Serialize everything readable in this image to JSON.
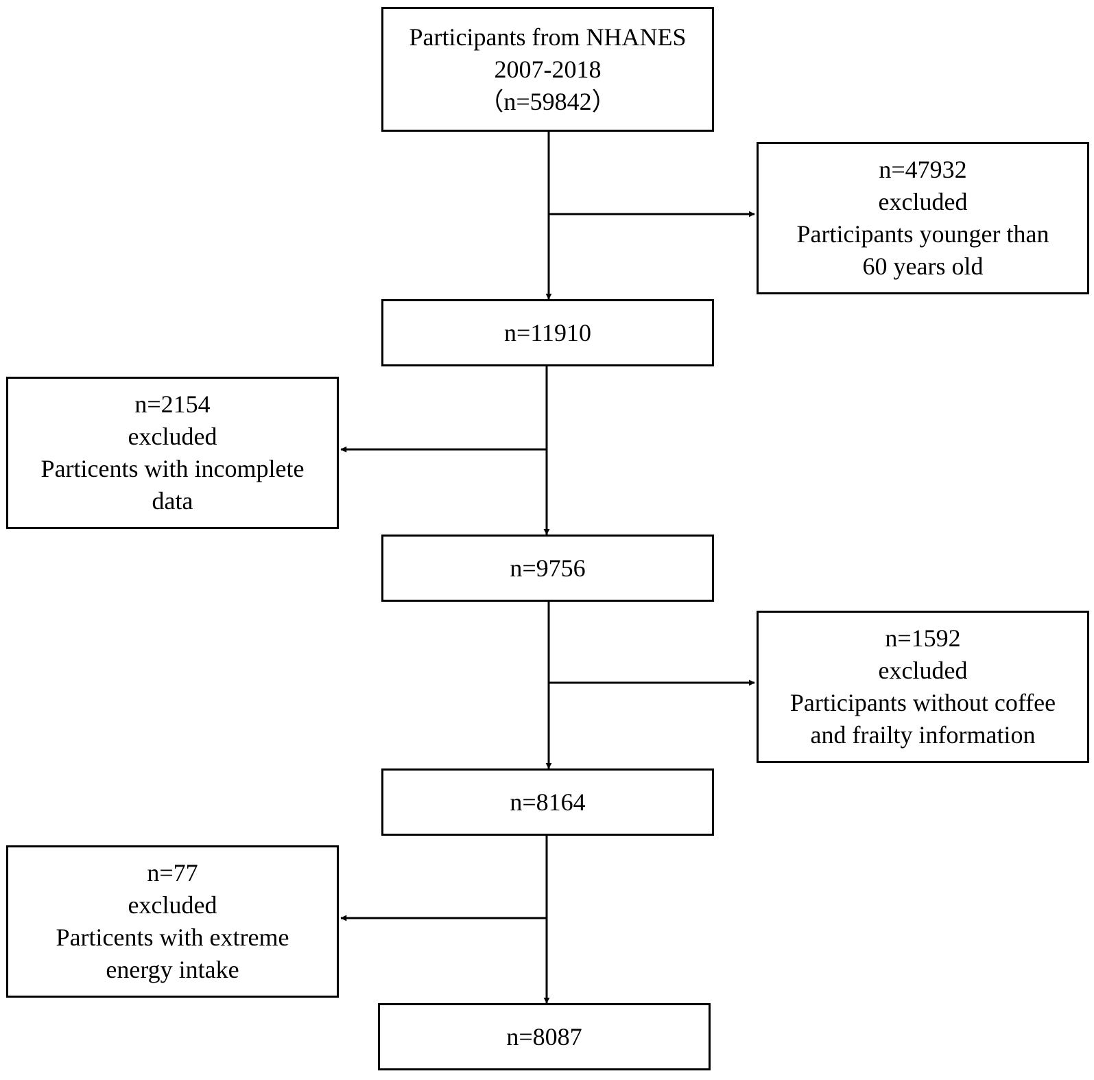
{
  "flowchart": {
    "start": {
      "line1": "Participants from NHANES",
      "line2": "2007-2018",
      "line3": "（n=59842）"
    },
    "exclusion1": {
      "count": "n=47932",
      "status": "excluded",
      "reason_line1": "Participants younger than",
      "reason_line2": "60 years old"
    },
    "step1": {
      "count": "n=11910"
    },
    "exclusion2": {
      "count": "n=2154",
      "status": "excluded",
      "reason_line1": "Particents with incomplete",
      "reason_line2": "data"
    },
    "step2": {
      "count": "n=9756"
    },
    "exclusion3": {
      "count": "n=1592",
      "status": "excluded",
      "reason_line1": "Participants without coffee",
      "reason_line2": "and frailty information"
    },
    "step3": {
      "count": "n=8164"
    },
    "exclusion4": {
      "count": "n=77",
      "status": "excluded",
      "reason_line1": "Particents with extreme",
      "reason_line2": "energy intake"
    },
    "final": {
      "count": "n=8087"
    }
  }
}
